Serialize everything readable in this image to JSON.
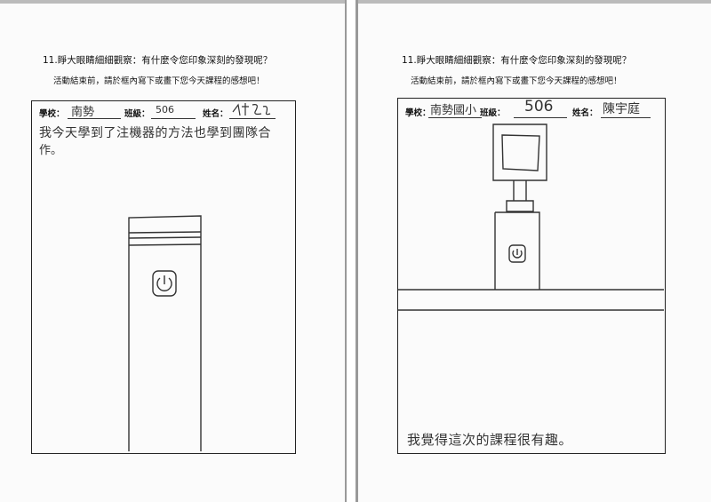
{
  "left_sheet": {
    "question": "11.睜大眼睛細細觀察：有什麼令您印象深刻的發現呢？",
    "instruction": "活動結束前，請於框內寫下或畫下您今天課程的感想吧！",
    "school_label": "學校：",
    "school_value": "南勢",
    "class_label": "班級：",
    "class_value": "506",
    "name_label": "姓名：",
    "name_value": "",
    "comment_line1": "我今天學到了注機器的方法也學到團隊合",
    "comment_line2": "作。"
  },
  "right_sheet": {
    "question": "11.睜大眼睛細細觀察：有什麼令您印象深刻的發現呢？",
    "instruction": "活動結束前，請於框內寫下或畫下您今天課程的感想吧！",
    "school_label": "學校：",
    "school_value": "南勢國小",
    "class_label": "班級：",
    "class_value": "506",
    "name_label": "姓名：",
    "name_value": "陳宇庭",
    "comment": "我覺得這次的課程很有趣。"
  },
  "drawings": {
    "left": "power-button-tower-drawing",
    "right": "kiosk-with-screen-drawing"
  }
}
